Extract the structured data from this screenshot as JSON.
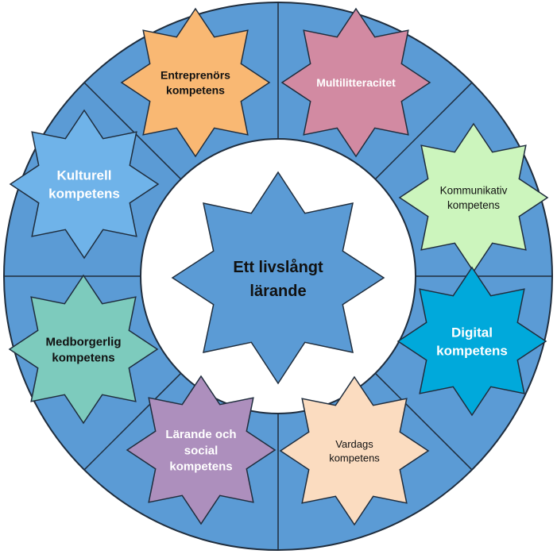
{
  "colors": {
    "ring": "#5b9bd5",
    "outline": "#1f2d3d",
    "inner": "#ffffff"
  },
  "center": {
    "lines": [
      "Ett livslångt",
      "lärande"
    ],
    "fill": "#5b9bd5",
    "text_color": "#111111"
  },
  "segments": [
    {
      "lines": [
        "Entreprenörs",
        "kompetens"
      ],
      "fill": "#f9b873",
      "text_color": "#111111",
      "bold": true
    },
    {
      "lines": [
        "Multilitteracitet"
      ],
      "fill": "#d28aa2",
      "text_color": "#ffffff",
      "bold": true
    },
    {
      "lines": [
        "Kommunikativ",
        "kompetens"
      ],
      "fill": "#ccf5bd",
      "text_color": "#111111",
      "bold": false
    },
    {
      "lines": [
        "Digital",
        "kompetens"
      ],
      "fill": "#00a9db",
      "text_color": "#ffffff",
      "bold": true
    },
    {
      "lines": [
        "Vardags",
        "kompetens"
      ],
      "fill": "#fbdcc0",
      "text_color": "#111111",
      "bold": false
    },
    {
      "lines": [
        "Lärande och",
        "social",
        "kompetens"
      ],
      "fill": "#ad8fbd",
      "text_color": "#ffffff",
      "bold": true
    },
    {
      "lines": [
        "Medborgerlig",
        "kompetens"
      ],
      "fill": "#7dcbbd",
      "text_color": "#111111",
      "bold": true
    },
    {
      "lines": [
        "Kulturell",
        "kompetens"
      ],
      "fill": "#6fb3e9",
      "text_color": "#ffffff",
      "bold": true
    }
  ]
}
